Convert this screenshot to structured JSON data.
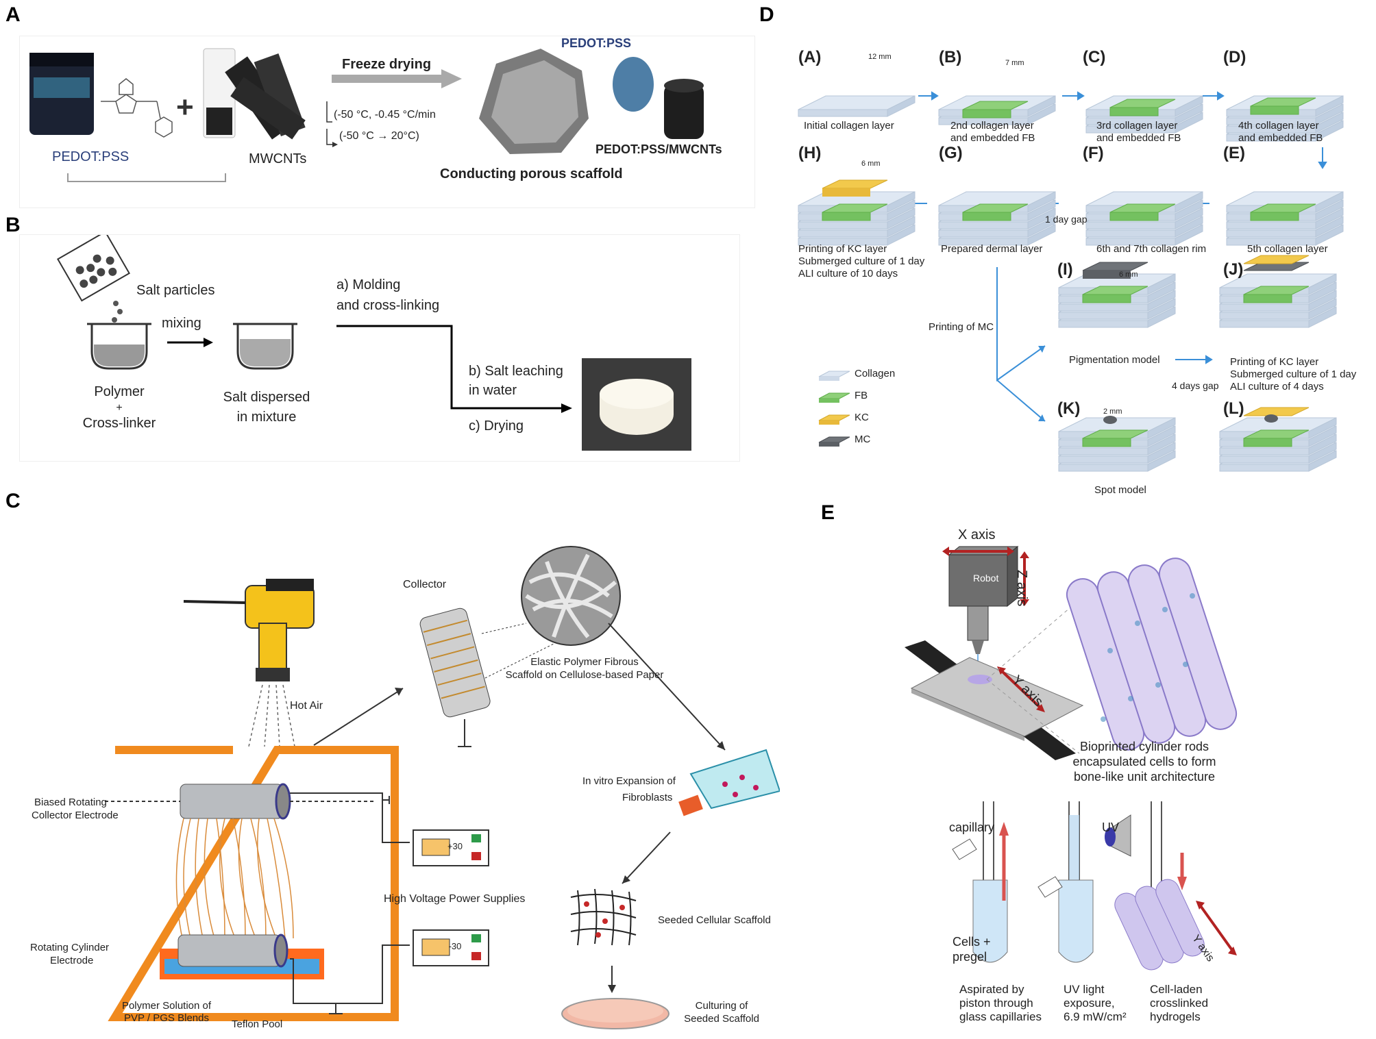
{
  "panels": {
    "a": {
      "label": "A",
      "pedot_label": "PEDOT:PSS",
      "mwcnt_label": "MWCNTs",
      "freeze_label": "Freeze drying",
      "cond1": "(-50 °C,  -0.45 °C/min",
      "cond2": "(-50 °C → 20°C)",
      "scaffold_label": "Conducting porous scaffold",
      "pedot_top": "PEDOT:PSS",
      "composite_label": "PEDOT:PSS/MWCNTs"
    },
    "b": {
      "label": "B",
      "salt": "Salt particles",
      "mixing": "mixing",
      "polymer": "Polymer",
      "plus": "+",
      "crosslinker": "Cross-linker",
      "dispersed1": "Salt dispersed",
      "dispersed2": "in mixture",
      "step_a1": "a) Molding",
      "step_a2": "and cross-linking",
      "step_b1": "b) Salt leaching",
      "step_b2": "in water",
      "step_c": "c) Drying"
    },
    "c": {
      "label": "C",
      "hot_air": "Hot Air",
      "collector": "Collector",
      "elastic1": "Elastic Polymer Fibrous",
      "elastic2": "Scaffold on Cellulose-based Paper",
      "biased1": "Biased Rotating",
      "biased2": "Collector Electrode",
      "rotating1": "Rotating Cylinder",
      "rotating2": "Electrode",
      "polymer1": "Polymer Solution of",
      "polymer2": "PVP / PGS Blends",
      "teflon": "Teflon Pool",
      "hv": "High Voltage Power Supplies",
      "v_plus": "+30",
      "v_minus": "-30",
      "invitro1": "In vitro Expansion of",
      "invitro2": "Fibroblasts",
      "seeded": "Seeded Cellular Scaffold",
      "culturing1": "Culturing of",
      "culturing2": "Seeded Scaffold"
    },
    "d": {
      "label": "D",
      "steps": [
        {
          "id": "(A)",
          "dim": "12 mm",
          "caption": [
            "Initial collagen layer"
          ]
        },
        {
          "id": "(B)",
          "dim": "7 mm",
          "caption": [
            "2nd collagen layer",
            "and embedded FB"
          ]
        },
        {
          "id": "(C)",
          "caption": [
            "3rd collagen layer",
            "and embedded FB"
          ]
        },
        {
          "id": "(D)",
          "caption": [
            "4th collagen layer",
            "and embedded FB"
          ]
        },
        {
          "id": "(H)",
          "dim": "6 mm",
          "caption": [
            "Printing of KC layer",
            "Submerged culture of 1 day",
            "ALI culture of 10 days"
          ]
        },
        {
          "id": "(G)",
          "caption": [
            "Prepared dermal layer"
          ]
        },
        {
          "id": "(F)",
          "caption": [
            "6th and 7th collagen rim"
          ]
        },
        {
          "id": "(E)",
          "caption": [
            "5th collagen layer"
          ]
        },
        {
          "id": "(I)",
          "dim": "6 mm",
          "caption": [
            "Pigmentation model"
          ]
        },
        {
          "id": "(J)",
          "caption": [
            "Printing of KC layer",
            "Submerged culture of 1 day",
            "ALI culture of 4 days"
          ]
        },
        {
          "id": "(K)",
          "dim": "2 mm",
          "caption": [
            "Spot model"
          ]
        },
        {
          "id": "(L)",
          "caption": []
        }
      ],
      "gap1": "1 day gap",
      "gap2": "4 days gap",
      "printing_mc": "Printing of MC",
      "legend": [
        {
          "name": "Collagen",
          "color": "#dfe8f3"
        },
        {
          "name": "FB",
          "color": "#8fd07a"
        },
        {
          "name": "KC",
          "color": "#f2c94c"
        },
        {
          "name": "MC",
          "color": "#6f7378"
        }
      ]
    },
    "e": {
      "label": "E",
      "x_axis": "X axis",
      "z_axis": "Z axis",
      "y_axis": "Y axis",
      "robot": "Robot",
      "rods1": "Bioprinted cylinder rods",
      "rods2": "encapsulated cells to form",
      "rods3": "bone-like unit architecture",
      "capillary": "capillary",
      "uv": "UV",
      "cells1": "Cells +",
      "cells2": "pregel",
      "y_axis2": "Y axis",
      "cap1": [
        "Aspirated by",
        "piston through",
        "glass capillaries"
      ],
      "cap2": [
        "UV light",
        "exposure,",
        "6.9 mW/cm²"
      ],
      "cap3": [
        "Cell-laden",
        "crosslinked",
        "hydrogels"
      ]
    }
  }
}
